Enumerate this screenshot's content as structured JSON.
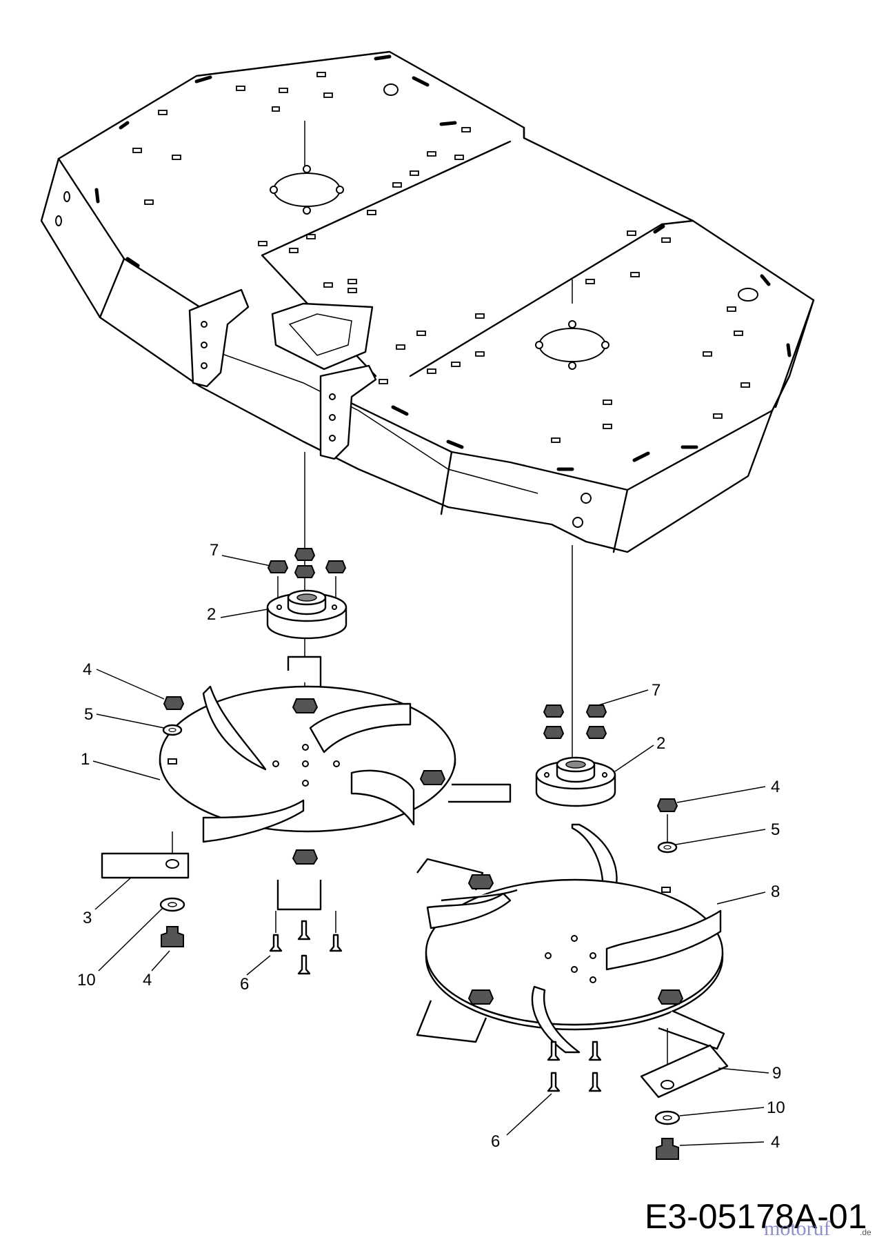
{
  "callouts": {
    "c1": "1",
    "c2a": "2",
    "c2b": "2",
    "c3": "3",
    "c4a": "4",
    "c4b": "4",
    "c4c": "4",
    "c4d": "4",
    "c5a": "5",
    "c5b": "5",
    "c6a": "6",
    "c6b": "6",
    "c7a": "7",
    "c7b": "7",
    "c8": "8",
    "c9": "9",
    "c10a": "10",
    "c10b": "10"
  },
  "diagram_code": "E3-05178A-01",
  "watermark": {
    "main": "motoruf",
    "suffix": ".de"
  },
  "colors": {
    "line": "#000000",
    "nut_fill": "#555555",
    "background": "#ffffff",
    "watermark": "#6a6ab8"
  }
}
